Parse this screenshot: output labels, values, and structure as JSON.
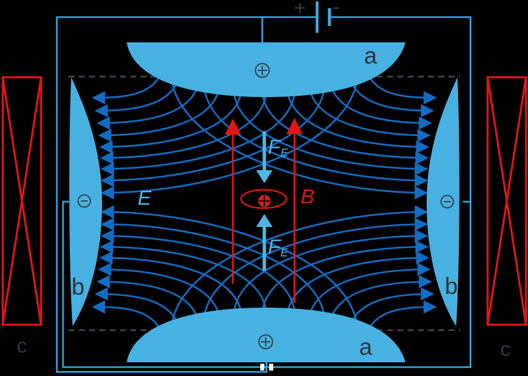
{
  "diagram": {
    "description": "Penning-trap style cross-section: hyperbolic electrodes with electric field lines, axial magnetic field, coils and a trapped positive particle",
    "labels": {
      "top_electrode": "a",
      "bottom_electrode": "a",
      "left_electrode": "b",
      "right_electrode": "b",
      "left_coil": "c",
      "right_coil": "c",
      "electric_field": "E",
      "magnetic_field": "B",
      "force_top_main": "F",
      "force_top_sub": "E",
      "force_bottom_main": "F",
      "force_bottom_sub": "E",
      "battery_positive": "+",
      "battery_negative": "-"
    },
    "colors": {
      "background": "#000000",
      "electrode_fill": "#47b1e2",
      "field_line_blue": "#146cc2",
      "wire_blue": "#36a4da",
      "force_arrow_blue": "#4fb6e6",
      "red": "#e01616",
      "label_dark": "#33383e",
      "dashed_guide": "#3f444a",
      "jump_marker": "#ffffff"
    }
  }
}
